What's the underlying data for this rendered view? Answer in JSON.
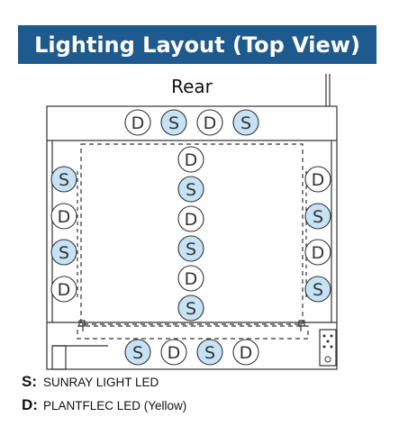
{
  "title": "Lighting Layout (Top View)",
  "rear_label": "Rear",
  "colors": {
    "title_bg": "#1f5a8e",
    "title_text": "#ffffff",
    "sunray_fill": "#c6e3f5",
    "plantflec_fill": "#ffffff",
    "outline": "#333333"
  },
  "led_letters": {
    "sunray": "S",
    "plantflec": "D"
  },
  "rear_row": [
    "D",
    "S",
    "D",
    "S"
  ],
  "front_row": [
    "S",
    "D",
    "S",
    "D"
  ],
  "left_column": [
    "S",
    "D",
    "S",
    "D"
  ],
  "center_column": [
    "D",
    "S",
    "D",
    "S",
    "D",
    "S"
  ],
  "right_column": [
    "D",
    "S",
    "D",
    "S"
  ],
  "legend": [
    {
      "key": "S",
      "sep": ":",
      "label": "SUNRAY LIGHT LED"
    },
    {
      "key": "D",
      "sep": ":",
      "label": "PLANTFLEC LED (Yellow)"
    }
  ]
}
